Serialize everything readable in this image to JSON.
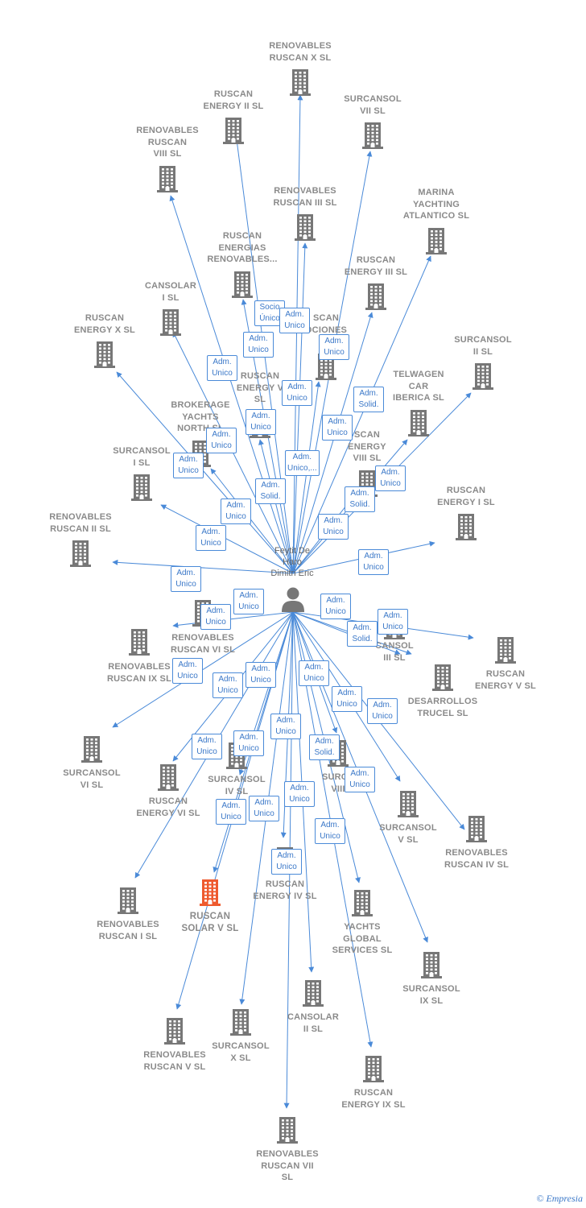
{
  "center": {
    "name_lines": [
      "Feytit De",
      "Haro",
      "Dimitri Eric"
    ],
    "icon": "person-icon"
  },
  "colors": {
    "edge": "#4a8ad8",
    "building": "#777777",
    "highlight": "#ee5a2e"
  },
  "companies": [
    {
      "id": "c1",
      "lines": [
        "RENOVABLES",
        "RUSCAN X  SL"
      ]
    },
    {
      "id": "c2",
      "lines": [
        "RUSCAN",
        "ENERGY II  SL"
      ]
    },
    {
      "id": "c3",
      "lines": [
        "SURCANSOL",
        "VII  SL"
      ]
    },
    {
      "id": "c4",
      "lines": [
        "RENOVABLES",
        "RUSCAN",
        "VIII  SL"
      ]
    },
    {
      "id": "c5",
      "lines": [
        "RENOVABLES",
        "RUSCAN III  SL"
      ]
    },
    {
      "id": "c6",
      "lines": [
        "MARINA",
        "YACHTING",
        "ATLANTICO  SL"
      ]
    },
    {
      "id": "c7",
      "lines": [
        "RUSCAN",
        "ENERGIAS",
        "RENOVABLES..."
      ]
    },
    {
      "id": "c8",
      "lines": [
        "RUSCAN",
        "ENERGY III  SL"
      ]
    },
    {
      "id": "c9",
      "lines": [
        "CANSOLAR",
        "I  SL"
      ]
    },
    {
      "id": "c10",
      "lines": [
        "RUSCAN",
        "ENERGY X  SL"
      ]
    },
    {
      "id": "c11",
      "lines": [
        "SCAN",
        "OCIONES",
        "E"
      ]
    },
    {
      "id": "c12",
      "lines": [
        "SURCANSOL",
        "II  SL"
      ]
    },
    {
      "id": "c13",
      "lines": [
        "RUSCAN",
        "ENERGY V",
        "SL"
      ]
    },
    {
      "id": "c14",
      "lines": [
        "TELWAGEN",
        "CAR",
        "IBERICA  SL"
      ]
    },
    {
      "id": "c15",
      "lines": [
        "BROKERAGE",
        "YACHTS",
        "NORTH  SL"
      ]
    },
    {
      "id": "c16",
      "lines": [
        "SCAN",
        "ENERGY",
        "VIII  SL"
      ]
    },
    {
      "id": "c17",
      "lines": [
        "SURCANSOL",
        "I  SL"
      ]
    },
    {
      "id": "c18",
      "lines": [
        "RUSCAN",
        "ENERGY I  SL"
      ]
    },
    {
      "id": "c19",
      "lines": [
        "RENOVABLES",
        "RUSCAN II  SL"
      ]
    },
    {
      "id": "c20",
      "lines": [
        "RENOVABLES",
        "RUSCAN VI  SL"
      ]
    },
    {
      "id": "c21",
      "lines": [
        "RENOVABLES",
        "RUSCAN IX  SL"
      ]
    },
    {
      "id": "c22",
      "lines": [
        "CANSOL",
        "III  SL"
      ]
    },
    {
      "id": "c23",
      "lines": [
        "RUSCAN",
        "ENERGY V  SL"
      ]
    },
    {
      "id": "c24",
      "lines": [
        "DESARROLLOS",
        "TRUCEL  SL"
      ]
    },
    {
      "id": "c25",
      "lines": [
        "SURCANSOL",
        "VI  SL"
      ]
    },
    {
      "id": "c26",
      "lines": [
        "RUSCAN",
        "ENERGY VI  SL"
      ]
    },
    {
      "id": "c27",
      "lines": [
        "SURCANSOL",
        "IV  SL"
      ]
    },
    {
      "id": "c28",
      "lines": [
        "SURCA",
        "VIII"
      ]
    },
    {
      "id": "c29",
      "lines": [
        "SURCANSOL",
        "V  SL"
      ]
    },
    {
      "id": "c30",
      "lines": [
        "RENOVABLES",
        "RUSCAN IV  SL"
      ]
    },
    {
      "id": "c31",
      "lines": [
        "RENOVABLES",
        "RUSCAN I  SL"
      ]
    },
    {
      "id": "c32",
      "lines": [
        "RUSCAN",
        "SOLAR V  SL"
      ],
      "highlight": true
    },
    {
      "id": "c33",
      "lines": [
        "RUSCAN",
        "ENERGY IV  SL"
      ]
    },
    {
      "id": "c34",
      "lines": [
        "YACHTS",
        "GLOBAL",
        "SERVICES  SL"
      ]
    },
    {
      "id": "c35",
      "lines": [
        "SURCANSOL",
        "IX  SL"
      ]
    },
    {
      "id": "c36",
      "lines": [
        "CANSOLAR",
        "II  SL"
      ]
    },
    {
      "id": "c37",
      "lines": [
        "RENOVABLES",
        "RUSCAN V  SL"
      ]
    },
    {
      "id": "c38",
      "lines": [
        "SURCANSOL",
        "X  SL"
      ]
    },
    {
      "id": "c39",
      "lines": [
        "RUSCAN",
        "ENERGY IX  SL"
      ]
    },
    {
      "id": "c40",
      "lines": [
        "RENOVABLES",
        "RUSCAN VII",
        "SL"
      ]
    }
  ],
  "relations": [
    {
      "id": "r1",
      "lines": [
        "Socio",
        "Único"
      ]
    },
    {
      "id": "r2",
      "lines": [
        "Adm.",
        "Unico"
      ]
    },
    {
      "id": "r3",
      "lines": [
        "Adm.",
        "Unico"
      ]
    },
    {
      "id": "r4",
      "lines": [
        "Adm.",
        "Unico"
      ]
    },
    {
      "id": "r5",
      "lines": [
        "Adm.",
        "Unico"
      ]
    },
    {
      "id": "r6",
      "lines": [
        "Adm.",
        "Unico"
      ]
    },
    {
      "id": "r7",
      "lines": [
        "Adm.",
        "Solid."
      ]
    },
    {
      "id": "r8",
      "lines": [
        "Adm.",
        "Unico"
      ]
    },
    {
      "id": "r9",
      "lines": [
        "Adm.",
        "Unico"
      ]
    },
    {
      "id": "r10",
      "lines": [
        "Adm.",
        "Unico"
      ]
    },
    {
      "id": "r11",
      "lines": [
        "Adm.",
        "Unico,..."
      ]
    },
    {
      "id": "r12",
      "lines": [
        "Adm.",
        "Unico"
      ]
    },
    {
      "id": "r13",
      "lines": [
        "Adm.",
        "Unico"
      ]
    },
    {
      "id": "r14",
      "lines": [
        "Adm.",
        "Solid."
      ]
    },
    {
      "id": "r15",
      "lines": [
        "Adm.",
        "Solid."
      ]
    },
    {
      "id": "r16",
      "lines": [
        "Adm.",
        "Unico"
      ]
    },
    {
      "id": "r17",
      "lines": [
        "Adm.",
        "Unico"
      ]
    },
    {
      "id": "r18",
      "lines": [
        "Adm.",
        "Unico"
      ]
    },
    {
      "id": "r19",
      "lines": [
        "Adm.",
        "Unico"
      ]
    },
    {
      "id": "r20",
      "lines": [
        "Adm.",
        "Unico"
      ]
    },
    {
      "id": "r21",
      "lines": [
        "Adm.",
        "Unico"
      ]
    },
    {
      "id": "r22",
      "lines": [
        "Adm.",
        "Unico"
      ]
    },
    {
      "id": "r23",
      "lines": [
        "Adm.",
        "Unico"
      ]
    },
    {
      "id": "r24",
      "lines": [
        "Adm.",
        "Solid."
      ]
    },
    {
      "id": "r25",
      "lines": [
        "Adm.",
        "Unico"
      ]
    },
    {
      "id": "r26",
      "lines": [
        "Adm.",
        "Unico"
      ]
    },
    {
      "id": "r27",
      "lines": [
        "Adm.",
        "Unico"
      ]
    },
    {
      "id": "r28",
      "lines": [
        "Adm.",
        "Unico"
      ]
    },
    {
      "id": "r29",
      "lines": [
        "Adm.",
        "Unico"
      ]
    },
    {
      "id": "r30",
      "lines": [
        "Adm.",
        "Unico"
      ]
    },
    {
      "id": "r31",
      "lines": [
        "Adm.",
        "Unico"
      ]
    },
    {
      "id": "r32",
      "lines": [
        "Adm.",
        "Unico"
      ]
    },
    {
      "id": "r33",
      "lines": [
        "Adm.",
        "Unico"
      ]
    },
    {
      "id": "r34",
      "lines": [
        "Adm.",
        "Solid."
      ]
    },
    {
      "id": "r35",
      "lines": [
        "Adm.",
        "Unico"
      ]
    },
    {
      "id": "r36",
      "lines": [
        "Adm.",
        "Unico"
      ]
    },
    {
      "id": "r37",
      "lines": [
        "Adm.",
        "Unico"
      ]
    },
    {
      "id": "r38",
      "lines": [
        "Adm.",
        "Unico"
      ]
    },
    {
      "id": "r39",
      "lines": [
        "Adm.",
        "Unico"
      ]
    },
    {
      "id": "r40",
      "lines": [
        "Adm.",
        "Unico"
      ]
    },
    {
      "id": "r41",
      "lines": [
        "Adm.",
        "Unico"
      ]
    }
  ],
  "footer": {
    "copyright": "©",
    "brand": "Empresia"
  }
}
